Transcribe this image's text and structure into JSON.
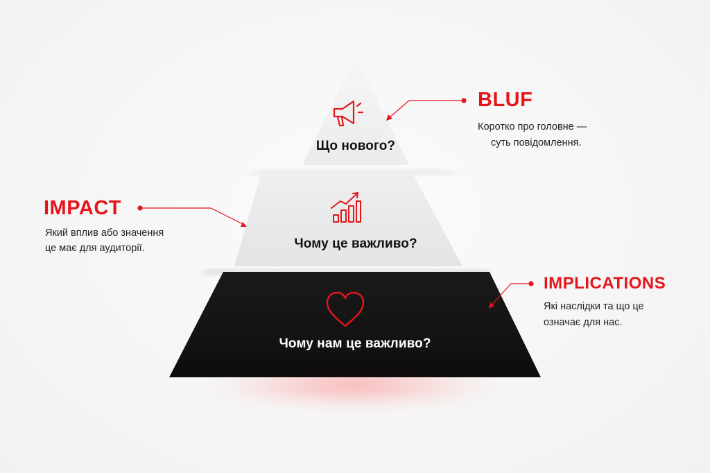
{
  "tiers": [
    {
      "label": "Що нового?",
      "icon": "megaphone-icon"
    },
    {
      "label": "Чому це важливо?",
      "icon": "growth-chart-icon"
    },
    {
      "label": "Чому нам це важливо?",
      "icon": "heart-icon"
    }
  ],
  "callouts": {
    "bluf": {
      "title": "BLUF",
      "desc_line1": "Коротко про головне —",
      "desc_line2": "суть повідомлення."
    },
    "impact": {
      "title": "IMPACT",
      "desc_line1": "Який вплив або значення",
      "desc_line2": "це має для аудиторії."
    },
    "implications": {
      "title": "IMPLICATIONS",
      "desc_line1": "Які наслідки та що це",
      "desc_line2": "означає для нас."
    }
  },
  "colors": {
    "accent": "#e3161b",
    "dark_tier": "#141414",
    "light_tier": "#e9e9e9",
    "top_tier": "#f1f1f1"
  }
}
